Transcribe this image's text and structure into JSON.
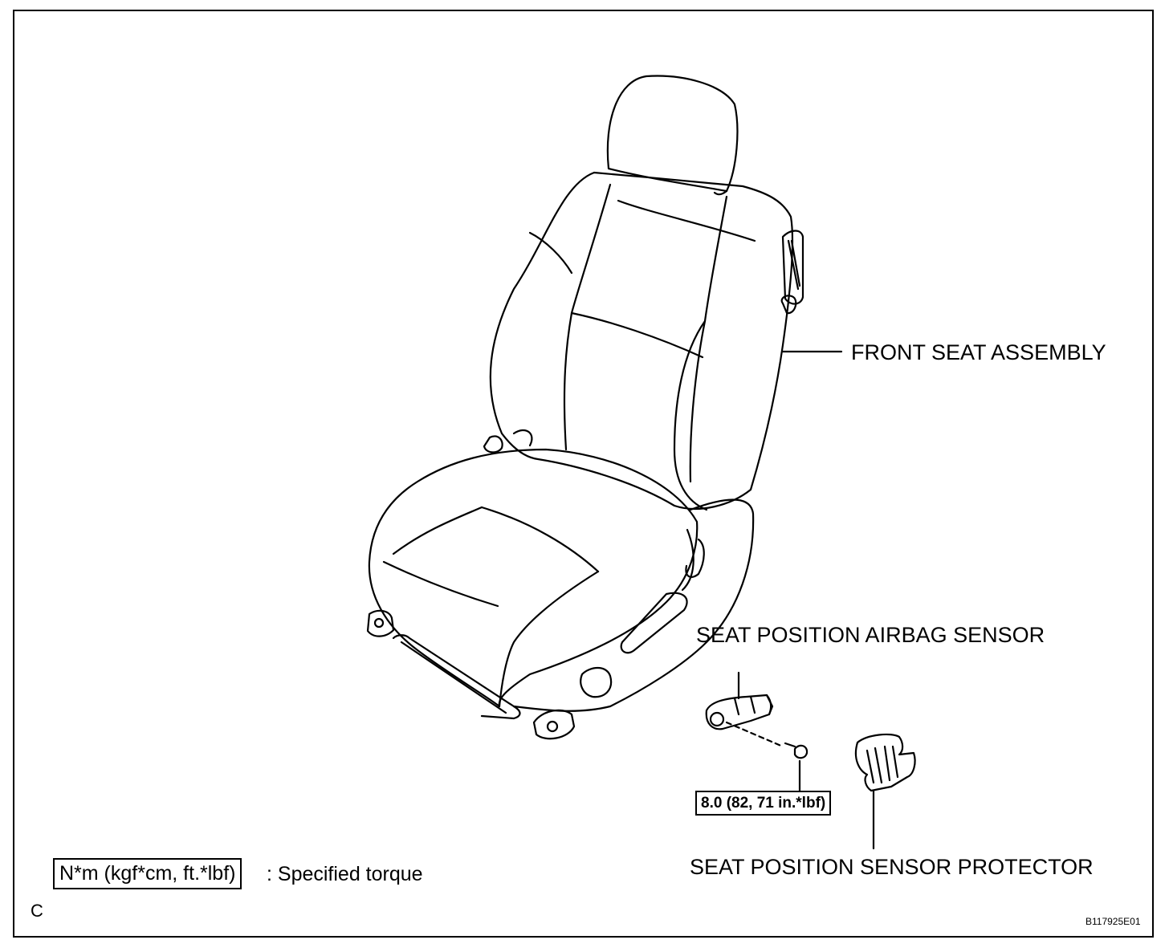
{
  "labels": {
    "front_seat_assembly": "FRONT SEAT ASSEMBLY",
    "seat_position_airbag_sensor": "SEAT POSITION AIRBAG SENSOR",
    "seat_position_sensor_protector": "SEAT POSITION SENSOR PROTECTOR"
  },
  "torque": {
    "value": "8.0 (82, 71 in.*lbf)"
  },
  "legend": {
    "unit_box": "N*m (kgf*cm, ft.*lbf)",
    "description": ": Specified torque"
  },
  "corner_letter": "C",
  "figure_code": "B117925E01",
  "colors": {
    "line": "#000000",
    "background": "#ffffff"
  }
}
